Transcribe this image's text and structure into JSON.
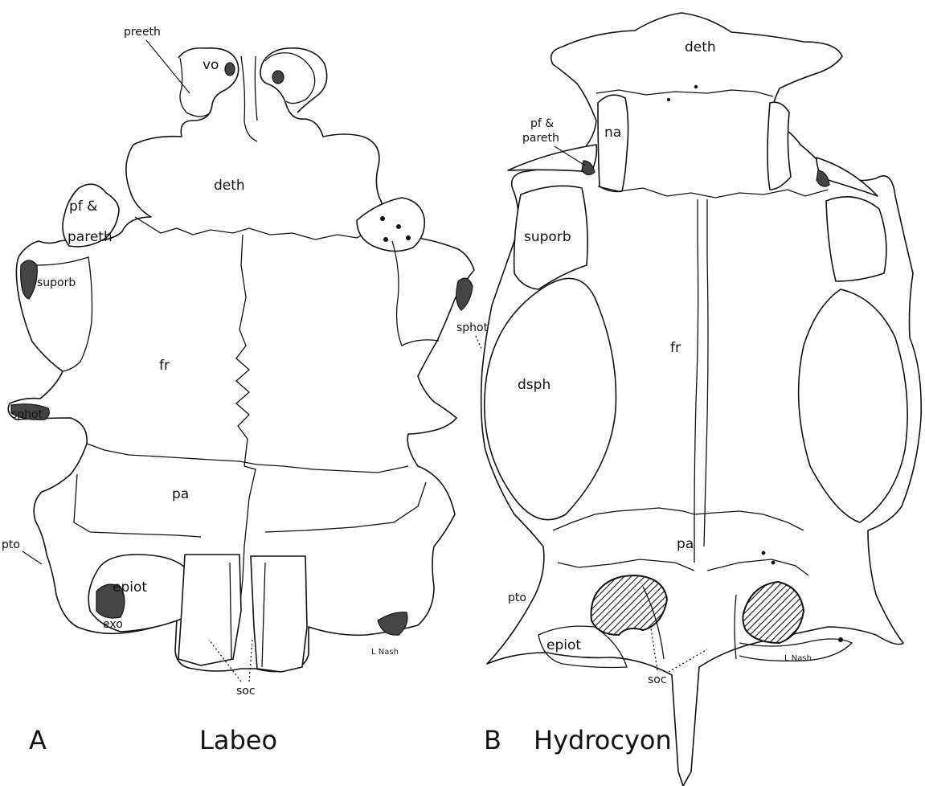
{
  "labeo": {
    "letter": "A",
    "name": "Labeo",
    "labels": {
      "preeth": "preeth",
      "vo": "vo",
      "deth": "deth",
      "pf_pareth_1": "pf &",
      "pf_pareth_2": "pareth",
      "suporb": "suporb",
      "fr": "fr",
      "sphot": "sphot",
      "pa": "pa",
      "pto": "pto",
      "epiot": "epiot",
      "exo": "exo",
      "soc": "soc"
    },
    "signature": "L Nash"
  },
  "hydrocyon": {
    "letter": "B",
    "name": "Hydrocyon",
    "labels": {
      "deth": "deth",
      "na": "na",
      "pf_pareth_1": "pf &",
      "pf_pareth_2": "pareth",
      "suporb": "suporb",
      "sphot": "sphot",
      "fr": "fr",
      "dsph": "dsph",
      "pa": "pa",
      "pto": "pto",
      "epiot": "epiot",
      "soc": "soc"
    },
    "signature": "L Nash"
  }
}
